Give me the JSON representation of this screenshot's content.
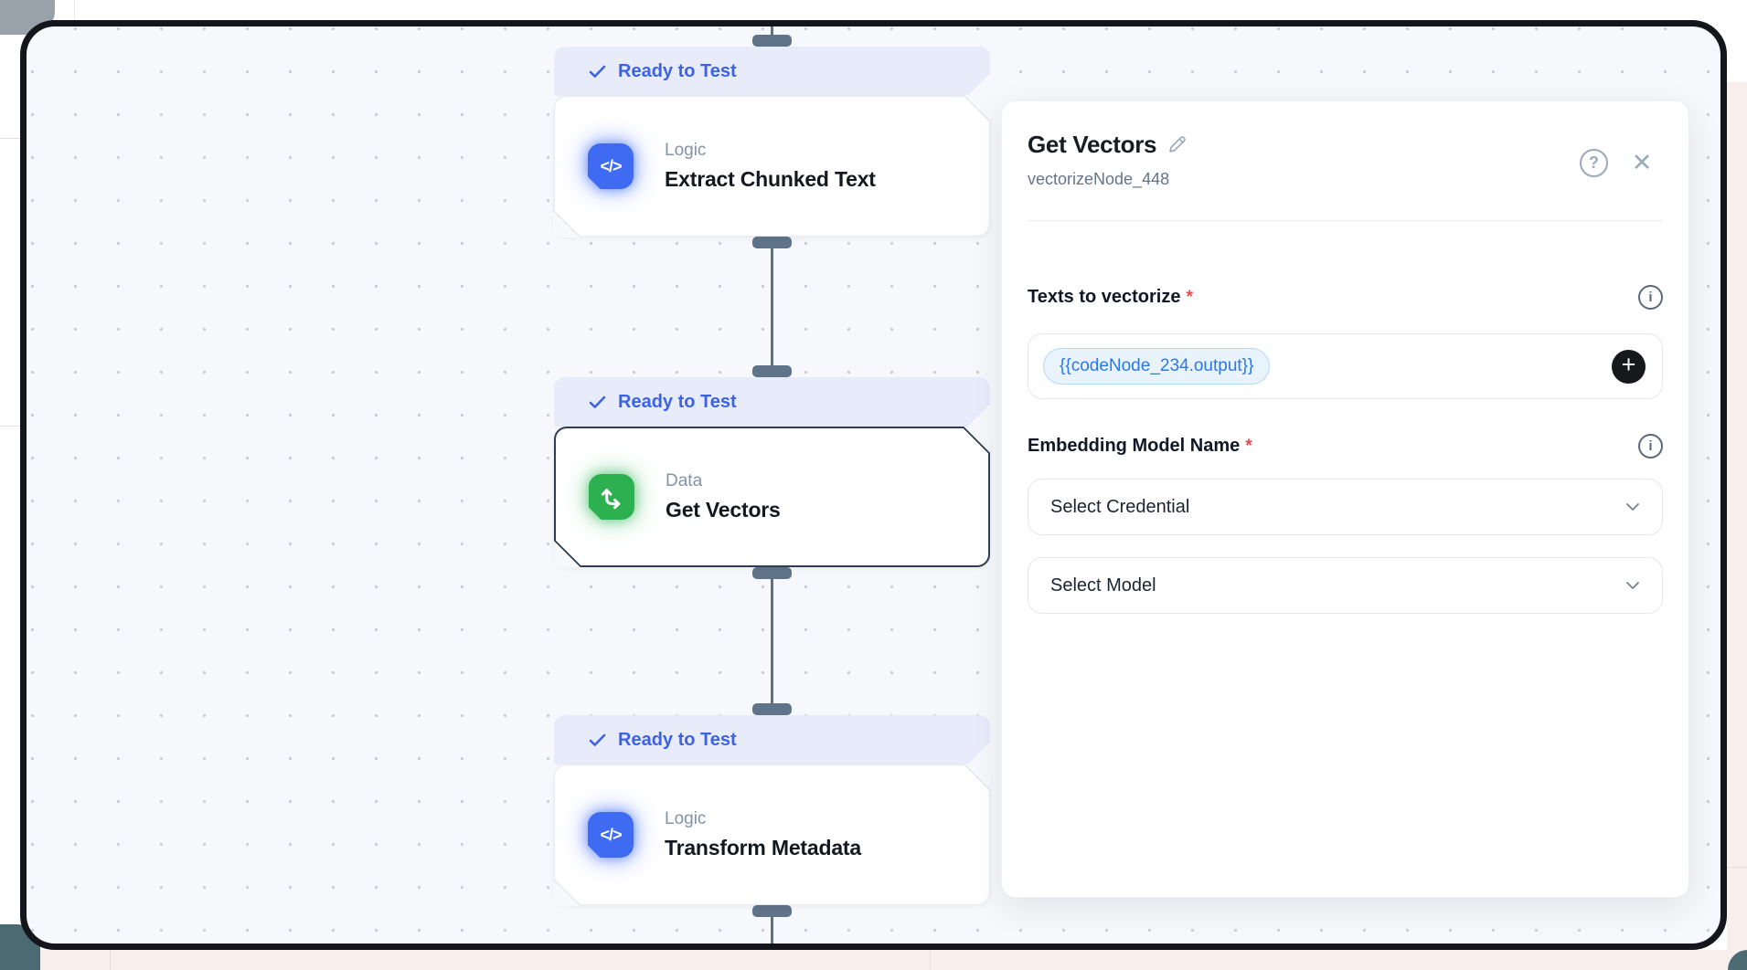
{
  "canvas": {
    "nodes": [
      {
        "status": "Ready to Test",
        "category": "Logic",
        "name": "Extract Chunked Text",
        "icon": "code"
      },
      {
        "status": "Ready to Test",
        "category": "Data",
        "name": "Get Vectors",
        "icon": "vector-axes"
      },
      {
        "status": "Ready to Test",
        "category": "Logic",
        "name": "Transform Metadata",
        "icon": "code"
      }
    ],
    "code_glyph": "</>"
  },
  "panel": {
    "title": "Get Vectors",
    "subtitle": "vectorizeNode_448",
    "help_glyph": "?",
    "close_glyph": "✕",
    "info_glyph": "i",
    "plus_glyph": "+",
    "fields": {
      "texts": {
        "label": "Texts to vectorize",
        "required": "*",
        "chip": "{{codeNode_234.output}}"
      },
      "embedding": {
        "label": "Embedding Model Name",
        "required": "*",
        "credential_placeholder": "Select Credential",
        "model_placeholder": "Select Model"
      }
    }
  },
  "colors": {
    "accent_blue": "#3c63e6",
    "logic_icon_blue": "#3e6bf2",
    "data_icon_green": "#2db150",
    "chip_blue": "#2979e9",
    "badge_bg": "#e7ebfa",
    "required_red": "#e5484d"
  }
}
